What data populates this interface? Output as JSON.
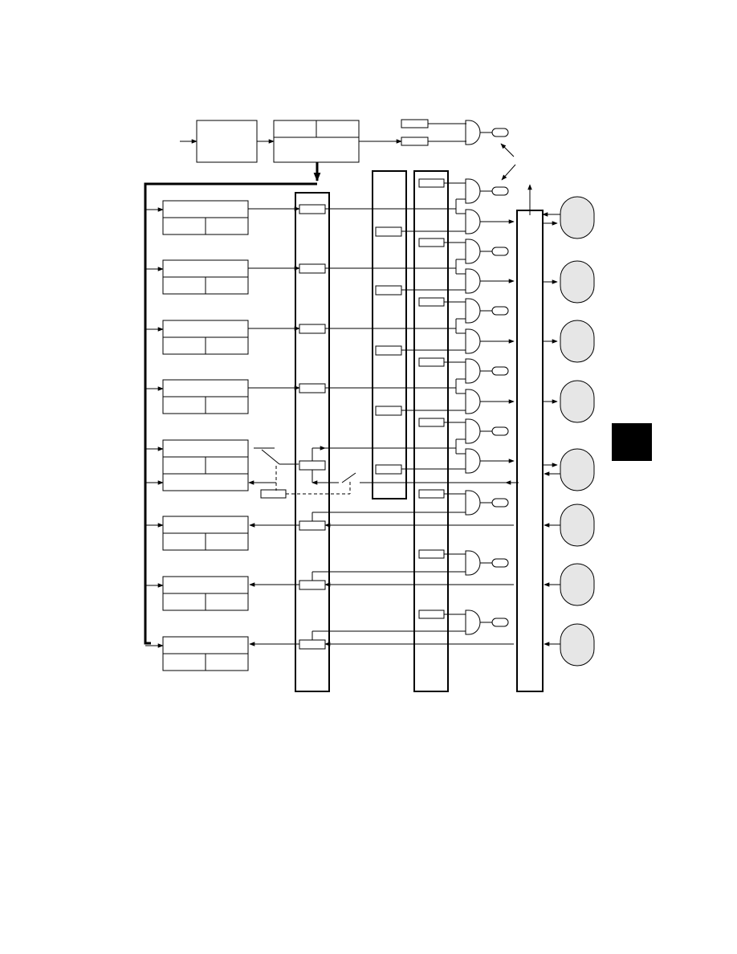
{
  "diagram": {
    "text_labels": [],
    "colors": {
      "line": "#000000",
      "paper": "#ffffff",
      "round_node_fill": "#e6e6e6",
      "tab_marker": "#000000"
    },
    "counts": {
      "left_register_blocks": 8,
      "right_round_nodes": 8,
      "output_gates": 14
    }
  }
}
